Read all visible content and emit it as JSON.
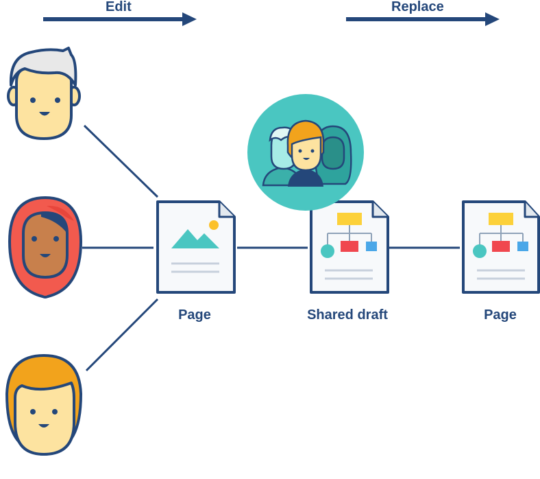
{
  "colors": {
    "navy": "#24477a",
    "doc_fill": "#f7f9fb",
    "teal": "#4ac6c1",
    "skin": "#fde3a0",
    "hair_gray": "#e8e8e8",
    "hijab_red": "#f25a4e",
    "skin_dark": "#c8804c",
    "hair_orange": "#f2a31c",
    "flow_yellow": "#fcd13a",
    "flow_red": "#f0474e",
    "flow_blue": "#4aa7e8"
  },
  "arrows": {
    "edit_label": "Edit",
    "replace_label": "Replace"
  },
  "nodes": {
    "page_left_label": "Page",
    "shared_draft_label": "Shared draft",
    "page_right_label": "Page"
  },
  "icons": {
    "people": [
      "person-gray-hair-icon",
      "person-hijab-icon",
      "person-orange-hair-icon"
    ],
    "documents": [
      "page-image-document-icon",
      "shared-draft-flowchart-document-icon",
      "page-flowchart-document-icon"
    ],
    "group": "collaborators-group-icon"
  }
}
